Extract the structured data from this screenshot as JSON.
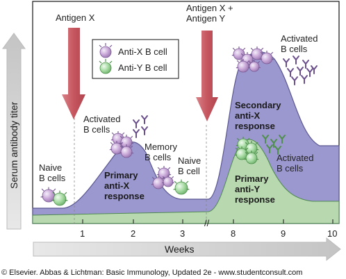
{
  "axes": {
    "y_label": "Serum antibody titer",
    "x_label": "Weeks",
    "x_ticks": [
      "1",
      "2",
      "3",
      "8",
      "9",
      "10"
    ],
    "axis_break": "//"
  },
  "antigens": {
    "first": "Antigen X",
    "second_line1": "Antigen X +",
    "second_line2": "Antigen Y"
  },
  "legend": {
    "anti_x": "Anti-X B cell",
    "anti_y": "Anti-Y B cell"
  },
  "labels": {
    "naive_1": "Naive",
    "naive_2": "B cells",
    "activated_1": "Activated",
    "activated_2": "B cells",
    "memory_1": "Memory",
    "memory_2": "B cells",
    "naive_b_1": "Naive",
    "naive_b_2": "B cell",
    "activated_top_1": "Activated",
    "activated_top_2": "B cells",
    "activated_y_1": "Activated",
    "activated_y_2": "B cells"
  },
  "responses": {
    "primary_x_1": "Primary",
    "primary_x_2": "anti-X",
    "primary_x_3": "response",
    "secondary_x_1": "Secondary",
    "secondary_x_2": "anti-X",
    "secondary_x_3": "response",
    "primary_y_1": "Primary",
    "primary_y_2": "anti-Y",
    "primary_y_3": "response"
  },
  "credit": "© Elsevier. Abbas & Lichtman: Basic Immunology, Updated 2e - www.studentconsult.com",
  "colors": {
    "anti_x_fill": "#9b97cf",
    "anti_y_fill": "#b8d8b0",
    "arrow": "#c9646a",
    "axis_arrow": "#d0d0d0"
  }
}
